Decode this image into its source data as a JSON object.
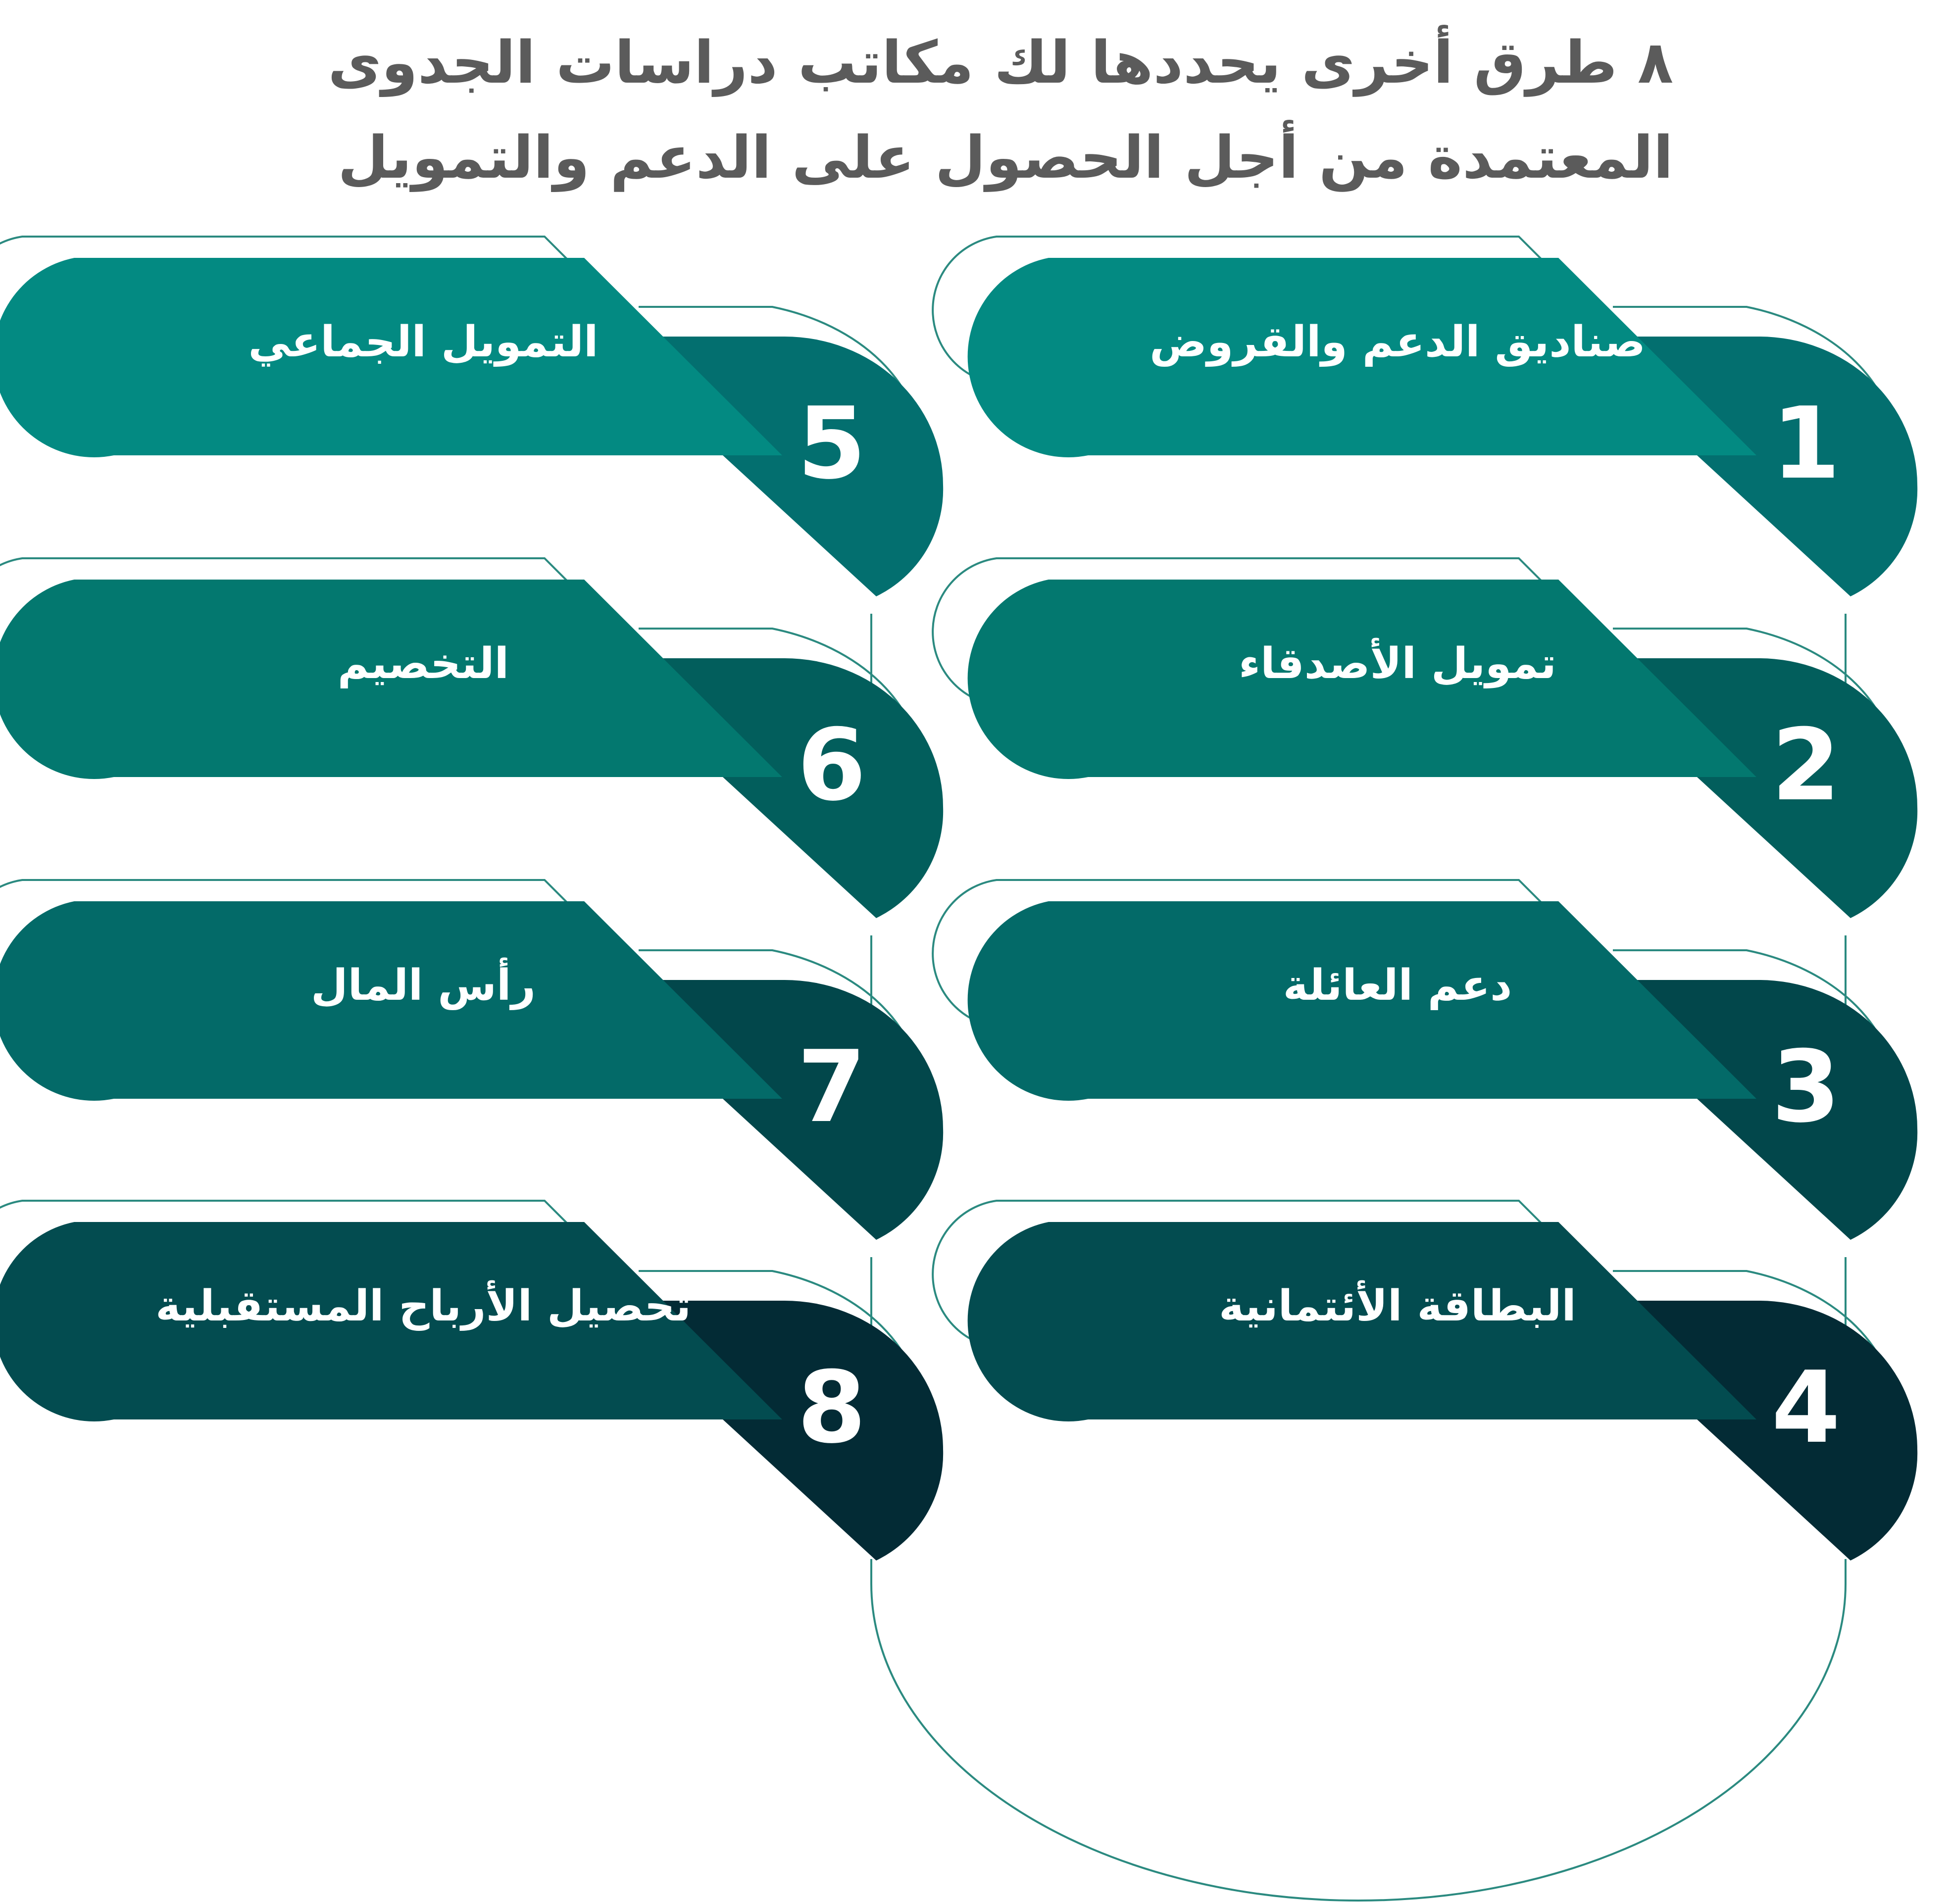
{
  "title": {
    "line1": "٨ طرق أخرى يحددها لك مكاتب دراسات الجدوى",
    "line2": "المعتمدة من أجل الحصول على الدعم والتمويل"
  },
  "items": [
    {
      "number": "1",
      "label": "صناديق الدعم والقروض",
      "color": "#038a82",
      "dark": "#036f6f"
    },
    {
      "number": "2",
      "label": "تمويل الأصدقاء",
      "color": "#03786f",
      "dark": "#025e5c"
    },
    {
      "number": "3",
      "label": "دعم العائلة",
      "color": "#036a68",
      "dark": "#02474b"
    },
    {
      "number": "4",
      "label": "البطاقة الأئتمانية",
      "color": "#034c50",
      "dark": "#032b35"
    },
    {
      "number": "5",
      "label": "التمويل الجماعي",
      "color": "#038a82",
      "dark": "#036f6f"
    },
    {
      "number": "6",
      "label": "التخصيم",
      "color": "#03786f",
      "dark": "#025e5c"
    },
    {
      "number": "7",
      "label": "رأس المال",
      "color": "#036a68",
      "dark": "#02474b"
    },
    {
      "number": "8",
      "label": "تحصيل الأرباح المستقبلية",
      "color": "#034c50",
      "dark": "#032b35"
    }
  ],
  "colors": {
    "outline": "#2b8a80",
    "title": "#5b5b5b",
    "text": "#ffffff"
  }
}
